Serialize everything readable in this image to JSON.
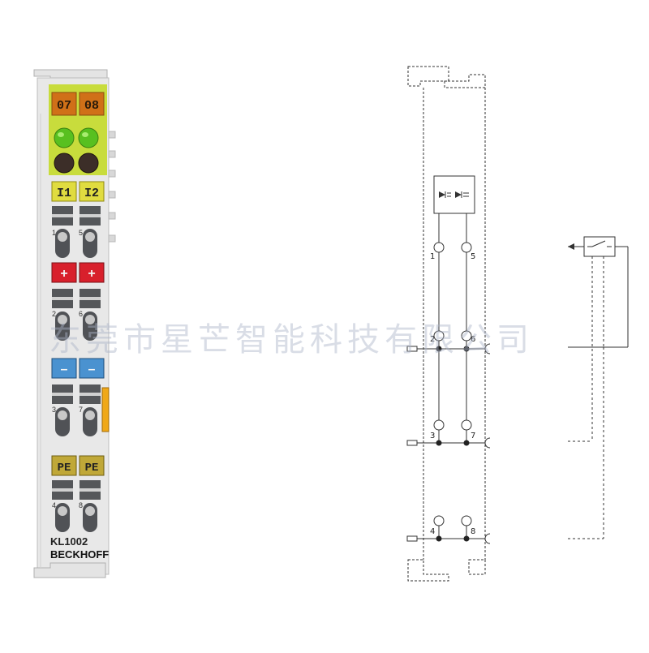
{
  "module": {
    "channel_labels": [
      "07",
      "08"
    ],
    "input_labels": [
      "I1",
      "I2"
    ],
    "plus_labels": [
      "+",
      "+"
    ],
    "minus_labels": [
      "–",
      "–"
    ],
    "pe_labels": [
      "PE",
      "PE"
    ],
    "terminal_numbers": [
      "1",
      "5",
      "2",
      "6",
      "3",
      "7",
      "4",
      "8"
    ],
    "model": "KL1002",
    "brand": "BECKHOFF"
  },
  "schematic": {
    "terminal_numbers": [
      "1",
      "5",
      "2",
      "6",
      "3",
      "7",
      "4",
      "8"
    ]
  },
  "watermark": "东莞市星芒智能科技有限公司",
  "colors": {
    "body": "#e6e6e6",
    "header_band": "#c8dc3c",
    "channel_orange": "#d07018",
    "led_green": "#58c020",
    "led_dark": "#3c2e28",
    "label_yellow": "#e0dc40",
    "plus_red": "#d8202c",
    "minus_blue": "#4a92d0",
    "pe_olive": "#c0a838",
    "side_orange": "#f0a818",
    "line": "#333333"
  }
}
